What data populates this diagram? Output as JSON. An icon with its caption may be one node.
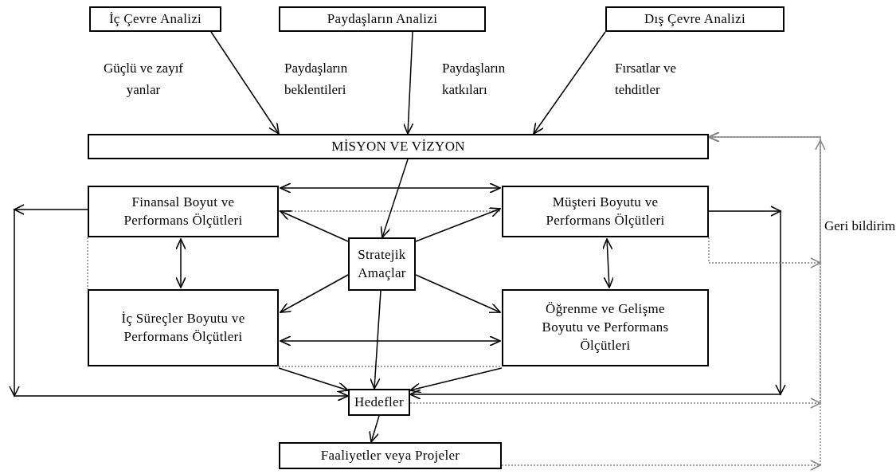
{
  "diagram": {
    "nodes": [
      {
        "text": [
          "İç Çevre Analizi"
        ]
      },
      {
        "text": [
          "Paydaşların Analizi"
        ]
      },
      {
        "text": [
          "Dış Çevre Analizi"
        ]
      },
      {
        "text": [
          "MİSYON VE VİZYON"
        ]
      },
      {
        "text": [
          "Finansal Boyut ve Performans Ölçütleri"
        ]
      },
      {
        "text": [
          "Müşteri Boyutu ve Performans Ölçütleri"
        ]
      },
      {
        "text": [
          "Stratejik Amaçlar"
        ]
      },
      {
        "text": [
          "İç Süreçler Boyutu ve Performans Ölçütleri"
        ]
      },
      {
        "text": [
          "Öğrenme ve Gelişme Boyutu ve Performans Ölçütleri"
        ]
      },
      {
        "text": [
          "Hedefler"
        ]
      },
      {
        "text": [
          "Faaliyetler veya Projeler"
        ]
      }
    ],
    "edges": [
      {
        "from": 0,
        "to": 3,
        "arrow": "to"
      },
      {
        "from": 1,
        "to": 3,
        "arrow": "to"
      },
      {
        "from": 2,
        "to": 3,
        "arrow": "to"
      },
      {
        "from": 3,
        "to": 6,
        "arrow": "to"
      },
      {
        "from": 4,
        "to": 5,
        "arrow": "both"
      },
      {
        "from": 6,
        "to": 4,
        "arrow": "to"
      },
      {
        "from": 6,
        "to": 5,
        "arrow": "to"
      },
      {
        "from": 4,
        "to": 7,
        "arrow": "both"
      },
      {
        "from": 5,
        "to": 8,
        "arrow": "both"
      },
      {
        "from": 6,
        "to": 7,
        "arrow": "to"
      },
      {
        "from": 6,
        "to": 8,
        "arrow": "to"
      },
      {
        "from": 7,
        "to": 8,
        "arrow": "both"
      },
      {
        "from": 6,
        "to": 9,
        "arrow": "to"
      },
      {
        "from": 7,
        "to": 9,
        "arrow": "to"
      },
      {
        "from": 8,
        "to": 9,
        "arrow": "to"
      },
      {
        "from": 9,
        "to": 10,
        "arrow": "to"
      },
      {
        "from": 4,
        "to": 9,
        "arrow": "to"
      },
      {
        "from": 5,
        "to": 9,
        "arrow": "to"
      },
      {
        "from": 5,
        "to": 3,
        "arrow": "to",
        "style": "dashed",
        "color": "#888888"
      },
      {
        "from": 9,
        "to": 3,
        "arrow": "to",
        "style": "dashed",
        "color": "#888888"
      },
      {
        "from": 10,
        "to": 3,
        "arrow": "to",
        "style": "dashed",
        "color": "#888888"
      }
    ],
    "labels": [
      "Güçlü ve zayıf yanlar",
      "Paydaşların beklentileri",
      "Paydaşların katkıları",
      "Fırsatlar ve tehditler",
      "Geri bildirim"
    ]
  }
}
